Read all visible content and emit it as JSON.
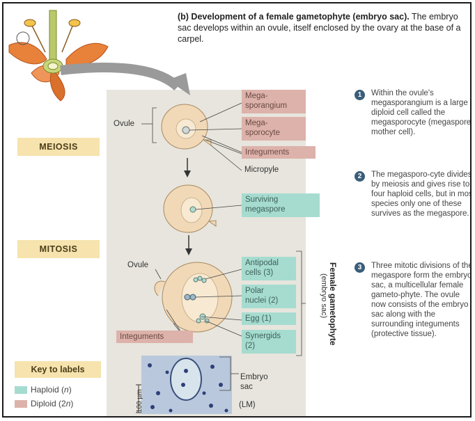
{
  "heading": {
    "bold": "(b) Development of a female gametophyte (embryo sac).",
    "body": "The embryo sac develops within an ovule, itself enclosed by the ovary at the base of a carpel."
  },
  "phases": {
    "meiosis": "MEIOSIS",
    "mitosis": "MITOSIS"
  },
  "labels": {
    "ovule_top": "Ovule",
    "megasporangium": "Mega-\nsporangium",
    "megasporocyte": "Mega-\nsporocyte",
    "integuments_top": "Integuments",
    "micropyle": "Micropyle",
    "surviving_megaspore": "Surviving\nmegaspore",
    "ovule_bottom": "Ovule",
    "antipodal": "Antipodal\ncells (3)",
    "polar": "Polar\nnuclei (2)",
    "egg": "Egg (1)",
    "synergids": "Synergids\n(2)",
    "integuments_bottom": "Integuments",
    "female_gametophyte": "Female gametophyte",
    "embryo_sac_sub": "(embryo sac)",
    "embryo_sac": "Embryo\nsac",
    "scale": "100 µm",
    "lm": "(LM)"
  },
  "steps": [
    {
      "num": "1",
      "text": "Within the ovule's megasporangium is a large diploid cell called the megasporocyte (megaspore mother cell)."
    },
    {
      "num": "2",
      "text": "The megasporo-cyte divides by meiosis and gives rise to four haploid cells, but in most species only one of these survives as the megaspore."
    },
    {
      "num": "3",
      "text": "Three mitotic divisions of the megaspore form the embryo sac, a multicellular female gameto-phyte. The ovule now consists of the embryo sac along with the surrounding integuments (protective tissue)."
    }
  ],
  "key": {
    "title": "Key to labels",
    "haploid_word": "Haploid (",
    "haploid_n": "n",
    "diploid_word": "Diploid (2",
    "diploid_n": "n",
    "close_paren": ")",
    "haploid_color": "#a6dcd0",
    "diploid_color": "#dcb2aa"
  },
  "colors": {
    "meiosis_box": "#f6e3ad",
    "panel": "#e7e5dd",
    "step_badge": "#3a5e79"
  }
}
